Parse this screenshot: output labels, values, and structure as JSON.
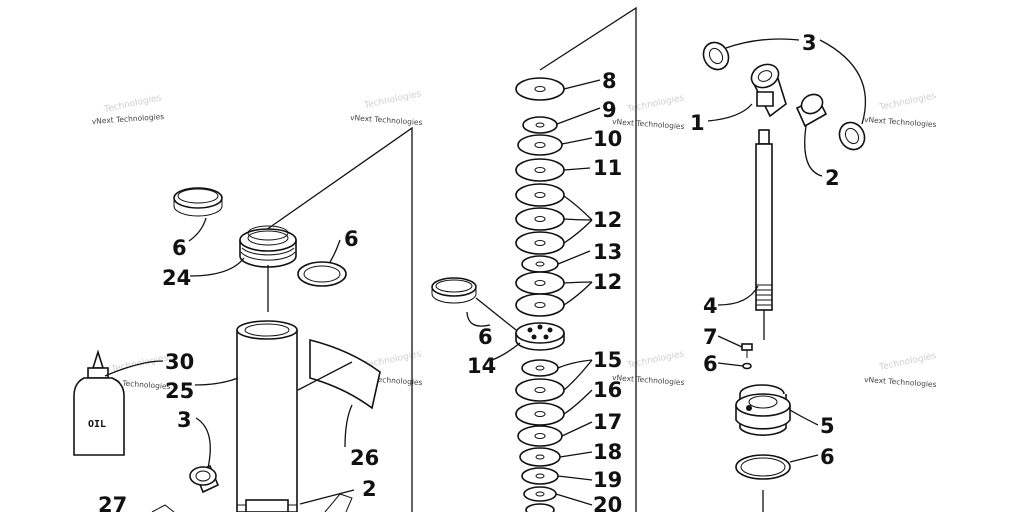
{
  "diagram": {
    "watermark": "vNext Technologies",
    "oil_label": "OIL",
    "callouts": {
      "n1": "1",
      "n2": "2",
      "n3": "3",
      "n4": "4",
      "n5": "5",
      "n6": "6",
      "n7": "7",
      "n8": "8",
      "n9": "9",
      "n10": "10",
      "n11": "11",
      "n12": "12",
      "n13": "13",
      "n14": "14",
      "n15": "15",
      "n16": "16",
      "n17": "17",
      "n18": "18",
      "n19": "19",
      "n20": "20",
      "n24": "24",
      "n25": "25",
      "n26": "26",
      "n27": "27",
      "n30": "30"
    }
  }
}
